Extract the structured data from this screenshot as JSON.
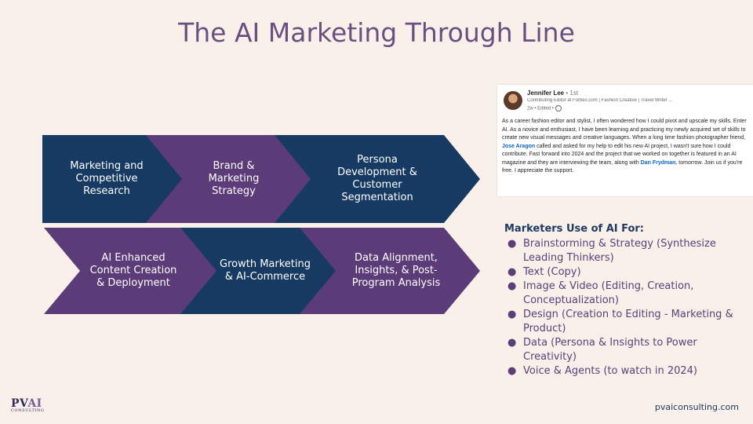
{
  "slide": {
    "title": "The AI Marketing Through Line",
    "footer_url": "pvaiconsulting.com"
  },
  "colors": {
    "navy": "#173a63",
    "purple": "#5c3c78",
    "background": "#f8f0e9",
    "title": "#6b4f80"
  },
  "process": {
    "row1": [
      {
        "label": "Marketing and Competitive Research",
        "color": "navy"
      },
      {
        "label": "Brand & Marketing Strategy",
        "color": "purple"
      },
      {
        "label": "Persona Development & Customer Segmentation",
        "color": "navy"
      }
    ],
    "row2": [
      {
        "label": "AI Enhanced Content Creation & Deployment",
        "color": "purple"
      },
      {
        "label": "Growth Marketing & AI-Commerce",
        "color": "navy"
      },
      {
        "label": "Data Alignment, Insights, & Post-Program Analysis",
        "color": "purple"
      }
    ]
  },
  "post": {
    "author": "Jennifer Lee",
    "degree": "• 1st",
    "headline": "Contributing Editor at Forbes.com | Fashion Creative | Travel Writer ...",
    "meta": "2w • Edited •",
    "body_1": "As a career fashion editor and stylist, I often wondered how I could pivot and upscale my skills. Enter AI. As a novice and enthusiast, I have been learning and practicing my newly acquired set of skills to create new visual messages and creative languages. When a long time fashion photographer friend, ",
    "mention_1": "Jose Aragon",
    "body_2": " called and asked for my help to edit his new AI project, I wasn't sure how I could contribute. Fast forward into 2024 and the project that we worked on together is featured in an AI magazine and they are interviewing the team, along with ",
    "mention_2": "Dan Frydman",
    "body_3": ", tomorrow. Join us if you're free. I appreciate the support."
  },
  "uses": {
    "title": "Marketers Use of AI For:",
    "items": [
      "Brainstorming & Strategy (Synthesize Leading Thinkers)",
      "Text (Copy)",
      "Image & Video (Editing, Creation, Conceptualization)",
      "Design (Creation to Editing - Marketing & Product)",
      "Data (Persona & Insights to Power Creativity)",
      "Voice & Agents (to watch in 2024)"
    ],
    "bullet": "●"
  },
  "logo": {
    "main_1": "PV",
    "main_2": "AI",
    "sub": "CONSULTING"
  }
}
